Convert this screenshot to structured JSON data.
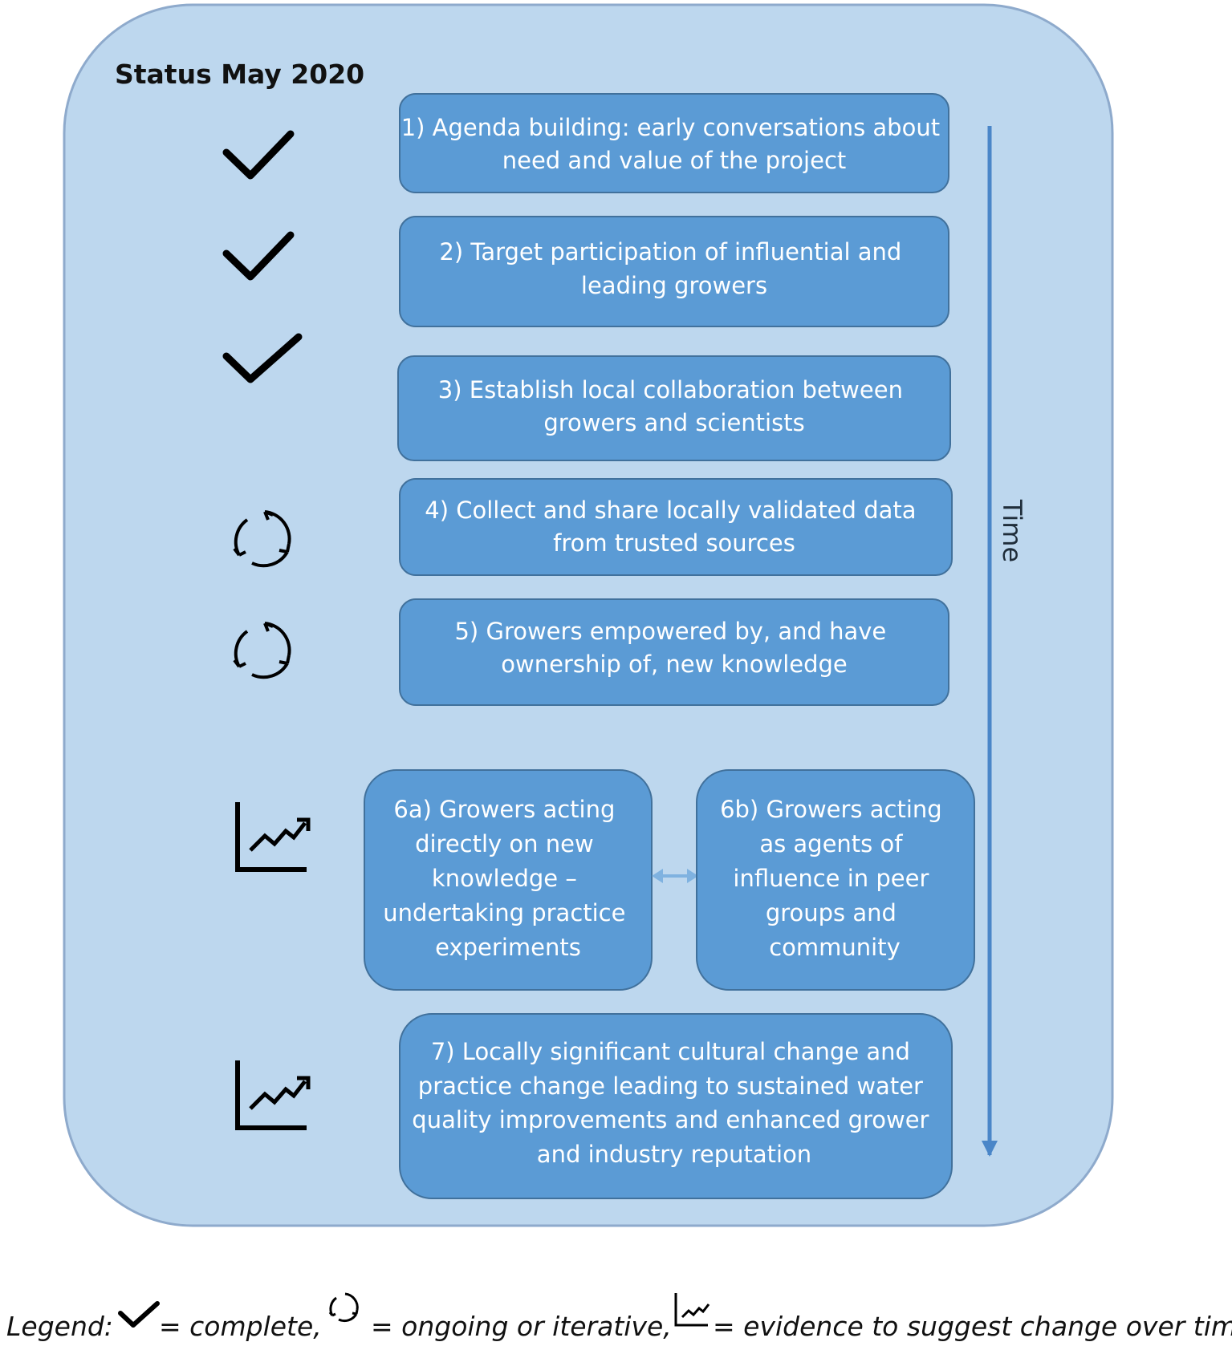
{
  "status_label": "Status May 2020",
  "time_label": "Time",
  "steps": [
    {
      "id": "1",
      "lines": [
        "1) Agenda building: early conversations about",
        "need and value of the project"
      ],
      "status": "complete"
    },
    {
      "id": "2",
      "lines": [
        "2) Target participation of influential and",
        "leading growers"
      ],
      "status": "complete"
    },
    {
      "id": "3",
      "lines": [
        "3) Establish local collaboration between",
        "growers and scientists"
      ],
      "status": "complete"
    },
    {
      "id": "4",
      "lines": [
        "4) Collect and share locally validated data",
        "from trusted sources"
      ],
      "status": "ongoing"
    },
    {
      "id": "5",
      "lines": [
        "5) Growers empowered by, and have",
        "ownership of, new knowledge"
      ],
      "status": "ongoing"
    },
    {
      "id": "6a",
      "lines": [
        "6a) Growers acting",
        "directly on new",
        "knowledge –",
        "undertaking practice",
        "experiments"
      ],
      "status": "evidence"
    },
    {
      "id": "6b",
      "lines": [
        "6b) Growers acting",
        "as agents of",
        "influence in peer",
        "groups and",
        "community"
      ],
      "status": "evidence"
    },
    {
      "id": "7",
      "lines": [
        "7) Locally significant cultural change and",
        "practice change leading to sustained water",
        "quality improvements and enhanced grower",
        "and industry reputation"
      ],
      "status": "evidence"
    }
  ],
  "legend": {
    "prefix": "Legend:",
    "complete": "= complete,",
    "ongoing": "= ongoing or iterative,",
    "evidence": "= evidence to suggest change over time"
  },
  "icon_names": {
    "complete": "checkmark-icon",
    "ongoing": "cycle-arrows-icon",
    "evidence": "trend-chart-icon"
  },
  "colors": {
    "panel_fill": "#bdd7ee",
    "panel_stroke": "#8eaacc",
    "box_fill": "#5b9bd5",
    "box_stroke": "#41719c",
    "time_arrow": "#4a86c8",
    "text_on_box": "#ffffff"
  }
}
